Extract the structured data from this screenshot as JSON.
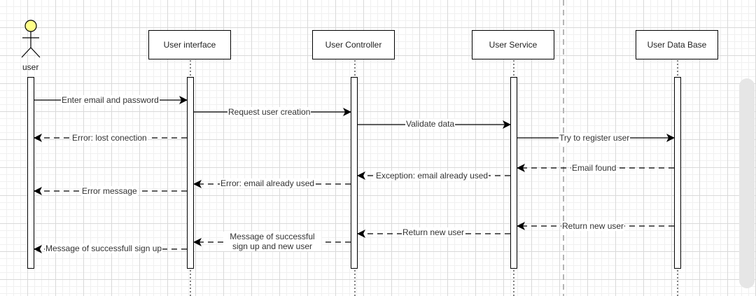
{
  "actor": {
    "label": "user"
  },
  "participants": [
    {
      "id": "ui",
      "label": "User interface"
    },
    {
      "id": "controller",
      "label": "User Controller"
    },
    {
      "id": "service",
      "label": "User Service"
    },
    {
      "id": "database",
      "label": "User Data Base"
    }
  ],
  "messages": [
    {
      "label": "Enter email and password",
      "from": "user",
      "to": "ui",
      "style": "sync"
    },
    {
      "label": "Request user creation",
      "from": "ui",
      "to": "controller",
      "style": "sync"
    },
    {
      "label": "Validate data",
      "from": "controller",
      "to": "service",
      "style": "sync"
    },
    {
      "label": "Try to register user",
      "from": "service",
      "to": "database",
      "style": "sync"
    },
    {
      "label": "Error: lost conection",
      "from": "ui",
      "to": "user",
      "style": "return"
    },
    {
      "label": "Email found",
      "from": "database",
      "to": "service",
      "style": "return"
    },
    {
      "label": "Exception: email already used",
      "from": "service",
      "to": "controller",
      "style": "return"
    },
    {
      "label": "Error: email already used",
      "from": "controller",
      "to": "ui",
      "style": "return"
    },
    {
      "label": "Error message",
      "from": "ui",
      "to": "user",
      "style": "return"
    },
    {
      "label": "Return new user",
      "from": "database",
      "to": "service",
      "style": "return"
    },
    {
      "label": "Return new user",
      "from": "service",
      "to": "controller",
      "style": "return"
    },
    {
      "label": "Message of successful sign up and new user",
      "from": "controller",
      "to": "ui",
      "style": "return"
    },
    {
      "label": "Message of successfull sign up",
      "from": "ui",
      "to": "user",
      "style": "return"
    }
  ],
  "colors": {
    "actor_head": "#ffff88",
    "line": "#000000",
    "grid": "#d9d9d9"
  }
}
